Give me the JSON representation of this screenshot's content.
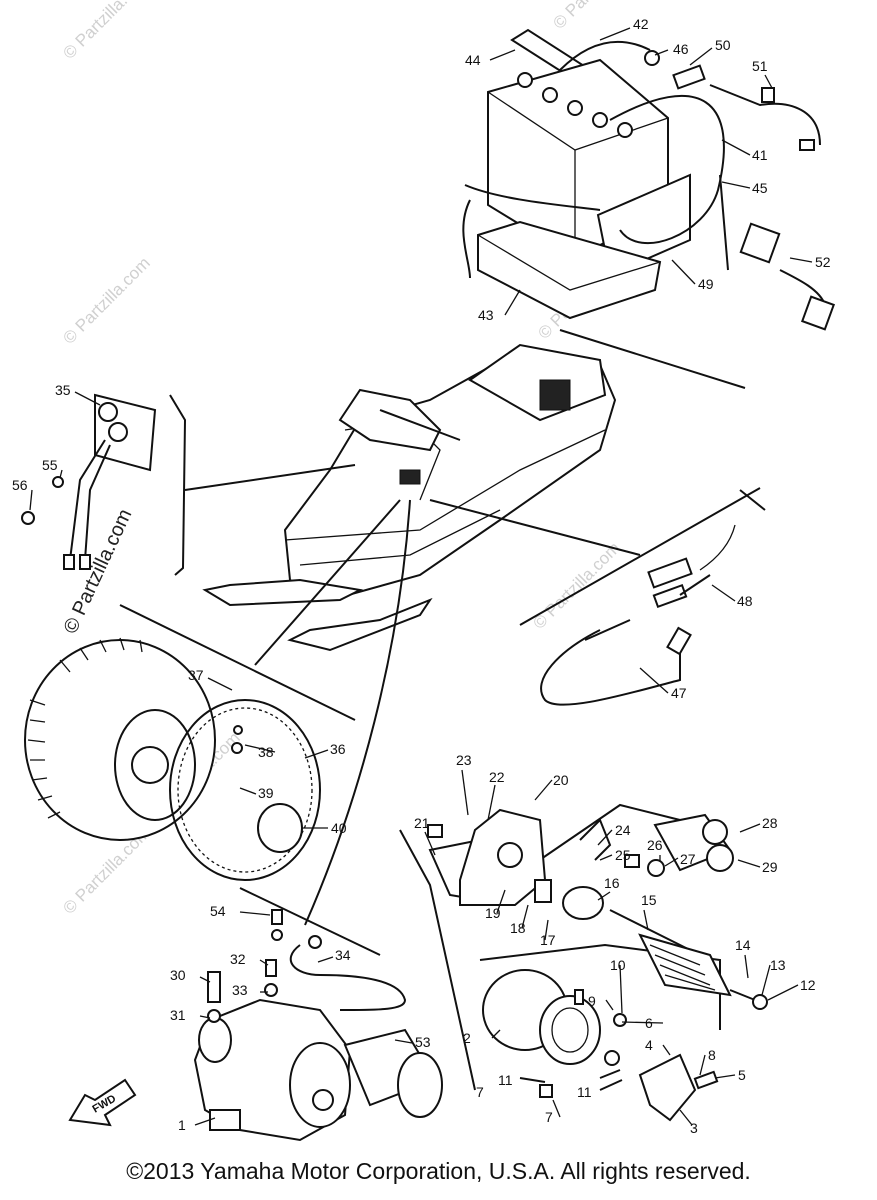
{
  "diagram": {
    "title": "",
    "copyright": "©2013 Yamaha Motor Corporation, U.S.A. All rights reserved.",
    "watermarks": [
      "© Partzilla.com"
    ],
    "fwd_label": "FWD",
    "callouts": [
      "42",
      "44",
      "46",
      "50",
      "51",
      "41",
      "45",
      "52",
      "49",
      "43",
      "35",
      "55",
      "56",
      "48",
      "47",
      "37",
      "38",
      "36",
      "39",
      "40",
      "23",
      "22",
      "20",
      "21",
      "24",
      "25",
      "28",
      "26",
      "27",
      "29",
      "16",
      "19",
      "18",
      "17",
      "15",
      "14",
      "13",
      "12",
      "54",
      "53",
      "32",
      "34",
      "30",
      "33",
      "31",
      "10",
      "9",
      "8",
      "2",
      "4",
      "6",
      "5",
      "11",
      "7",
      "3",
      "1"
    ]
  }
}
